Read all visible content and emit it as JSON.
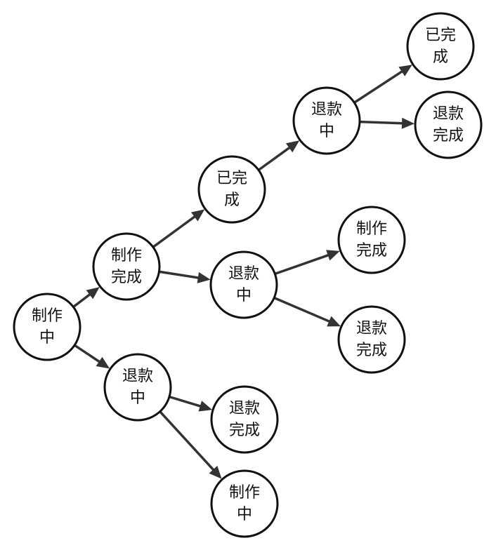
{
  "diagram": {
    "type": "state-tree",
    "colors": {
      "node_fill": "#ffffff",
      "node_stroke": "#111111",
      "edge": "#333333",
      "text": "#111111"
    },
    "nodes": [
      {
        "id": "n1",
        "lines": [
          "制作",
          "中"
        ]
      },
      {
        "id": "n2",
        "lines": [
          "制作",
          "完成"
        ]
      },
      {
        "id": "n3",
        "lines": [
          "退款",
          "中"
        ]
      },
      {
        "id": "n4",
        "lines": [
          "已完",
          "成"
        ]
      },
      {
        "id": "n5",
        "lines": [
          "退款",
          "中"
        ]
      },
      {
        "id": "n6",
        "lines": [
          "退款",
          "中"
        ]
      },
      {
        "id": "n7",
        "lines": [
          "已完",
          "成"
        ]
      },
      {
        "id": "n8",
        "lines": [
          "退款",
          "完成"
        ]
      },
      {
        "id": "n9",
        "lines": [
          "制作",
          "完成"
        ]
      },
      {
        "id": "n10",
        "lines": [
          "退款",
          "完成"
        ]
      },
      {
        "id": "n11",
        "lines": [
          "退款",
          "完成"
        ]
      },
      {
        "id": "n12",
        "lines": [
          "制作",
          "中"
        ]
      }
    ],
    "edges": [
      {
        "from": "n1",
        "to": "n2"
      },
      {
        "from": "n1",
        "to": "n3"
      },
      {
        "from": "n2",
        "to": "n4"
      },
      {
        "from": "n2",
        "to": "n5"
      },
      {
        "from": "n4",
        "to": "n6"
      },
      {
        "from": "n6",
        "to": "n7"
      },
      {
        "from": "n6",
        "to": "n8"
      },
      {
        "from": "n5",
        "to": "n9"
      },
      {
        "from": "n5",
        "to": "n10"
      },
      {
        "from": "n3",
        "to": "n11"
      },
      {
        "from": "n3",
        "to": "n12"
      }
    ]
  }
}
